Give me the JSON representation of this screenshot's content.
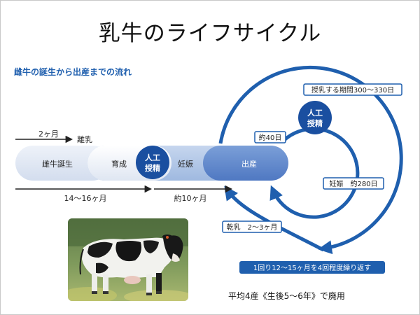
{
  "title": "乳牛のライフサイクル",
  "subtitle": "雌牛の誕生から出産までの流れ",
  "timeline": {
    "two_months": "2ヶ月",
    "weaning": "離乳",
    "stages": {
      "birth": "雌牛誕生",
      "rearing": "育成",
      "pregnancy": "妊娠",
      "calving": "出産"
    },
    "ai_top": "人工",
    "ai_bottom": "授精",
    "span_first": "14～16ヶ月",
    "span_second": "約10ヶ月"
  },
  "cycle": {
    "lactation_period": "授乳する期間300～330日",
    "ai_top": "人工",
    "ai_bottom": "授精",
    "about_40": "約40日",
    "pregnancy_280": "妊娠　約280日",
    "dry_period": "乾乳　2～3ヶ月",
    "repeat": "1回り12～15ヶ月を4回程度繰り返す"
  },
  "footer": "平均4産《生後5～6年》で廃用",
  "colors": {
    "blue": "#1f5fae",
    "navy": "#1a4fa0",
    "light": "#dbe4f1"
  }
}
